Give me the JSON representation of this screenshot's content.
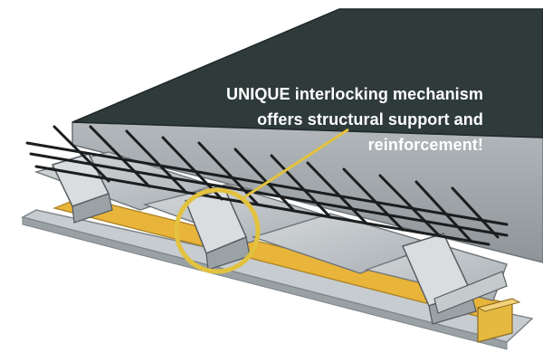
{
  "callout": {
    "lines": [
      "UNIQUE interlocking mechanism",
      "offers structural support and",
      "reinforcement!"
    ]
  },
  "colors": {
    "slab_top": "#2f3b3b",
    "slab_edge": "#8f9699",
    "callout_ring": "#e2c23e",
    "insulation": "#e8b43a",
    "steel_deck": "#c7ccd0",
    "rebar": "#1b1d1e",
    "callout_text": "#ffffff"
  },
  "icons": {
    "highlight_ring": "circle",
    "leader": "line"
  }
}
